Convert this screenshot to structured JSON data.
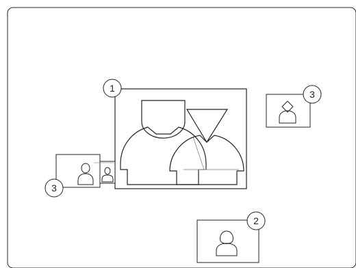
{
  "callouts": [
    {
      "id": "main-window",
      "label": "1"
    },
    {
      "id": "bottom-window",
      "label": "2"
    },
    {
      "id": "top-right-window",
      "label": "3"
    },
    {
      "id": "left-window",
      "label": "3"
    }
  ],
  "colors": {
    "stroke": "#222222",
    "background": "#ffffff",
    "secondary_stroke": "#9a9a9a"
  },
  "icons": [
    "person-silhouette-icon",
    "person-triangle-head-icon",
    "person-diamond-head-icon",
    "person-curly-hair-icon"
  ]
}
